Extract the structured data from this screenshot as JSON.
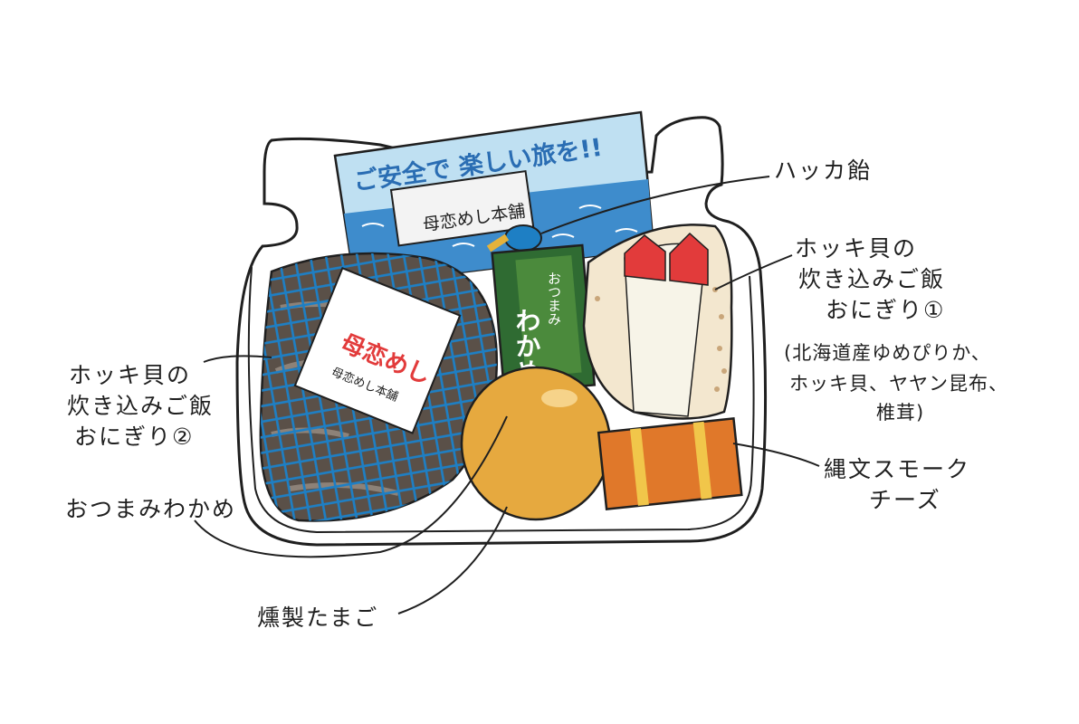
{
  "banner": {
    "text": "ご安全で 楽しい旅を!!"
  },
  "wrap": {
    "brand": "母恋めし本舗"
  },
  "seaweed_pack": {
    "line1": "おつまみ",
    "line2": "わかめ"
  },
  "sticker": {
    "brand": "母恋めし",
    "shop": "母恋めし本舗"
  },
  "labels": {
    "hakka": "ハッカ飴",
    "onigiri1": [
      "ホッキ貝の",
      "炊き込みご飯",
      "おにぎり①"
    ],
    "onigiri1_note": [
      "(北海道産ゆめぴりか、",
      "ホッキ貝、ヤヤン昆布、",
      "椎茸)"
    ],
    "onigiri2": [
      "ホッキ貝の",
      "炊き込みご飯",
      "おにぎり②"
    ],
    "wakame": "おつまみわかめ",
    "tamago": "燻製たまご",
    "cheese": [
      "縄文スモーク",
      "チーズ"
    ]
  },
  "colors": {
    "outline": "#1f1f1f",
    "banner_sky": "#bfe0f2",
    "banner_sea": "#3e8ccc",
    "net": "#1e7fc4",
    "onigiri_dark": "#5a5048",
    "egg": "#e6a93f",
    "cheese": "#e0782a",
    "cheese_band": "#f1c64a",
    "seaweed_green": "#2f6b32",
    "red_wrap": "#e23b3b"
  }
}
